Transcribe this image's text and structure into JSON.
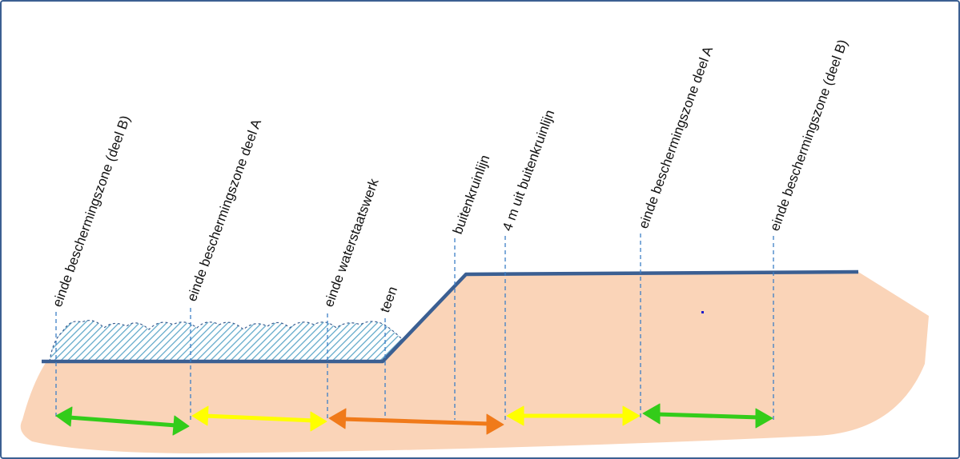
{
  "labels": {
    "bescherming_b_left": "einde beschermingszone (deel B)",
    "bescherming_a_left": "einde beschermingszone deel A",
    "waterstaatswerk": "einde waterstaatswerk",
    "teen": "teen",
    "buitenkruinlijn": "buitenkruinlijn",
    "vier_m": "4 m uit buitenkruinlijn",
    "bescherming_a_right": "einde beschermingszone deel A",
    "bescherming_b_right": "einde beschermingszone (deel B)"
  },
  "colors": {
    "ground": "#fad4b8",
    "dike_line": "#3b5f92",
    "water_hatch": "#5fa8c9",
    "dashed": "#3d7fc6",
    "zone_b": "#33cc1a",
    "zone_a": "#ffff00",
    "core": "#f07a1a",
    "frame": "#3b5f92"
  }
}
